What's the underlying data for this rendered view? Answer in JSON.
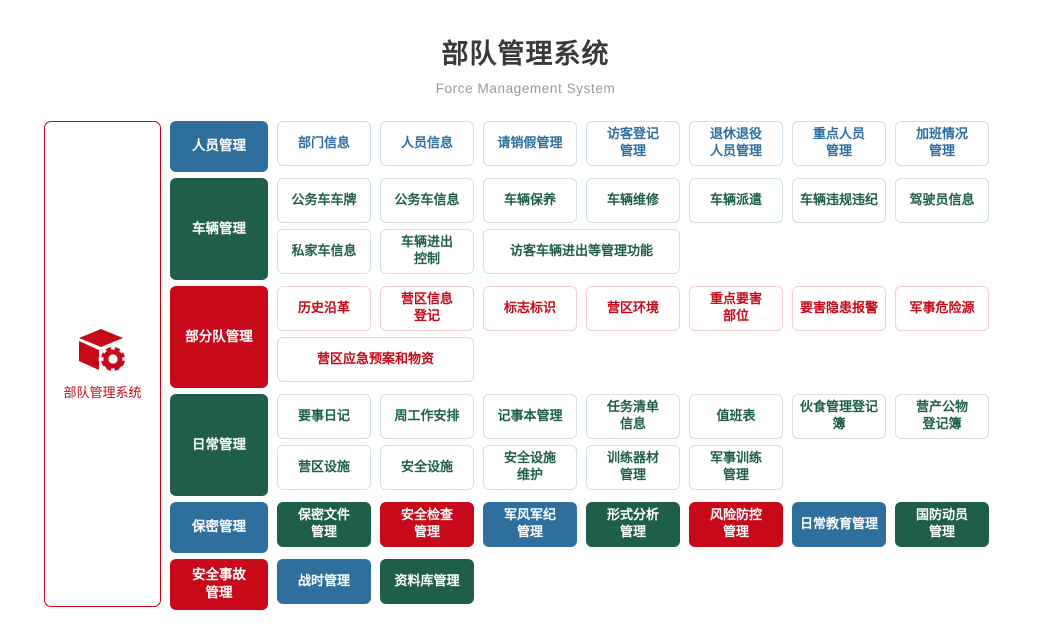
{
  "header": {
    "title": "部队管理系统",
    "subtitle": "Force Management System"
  },
  "sidebar": {
    "icon": "cube-gear-icon",
    "label": "部队管理系统",
    "accent": "#c7091a"
  },
  "colors": {
    "blue": "#2e6f9e",
    "green": "#1f5e4a",
    "red": "#c7091a"
  },
  "groups": [
    {
      "category": "人员管理",
      "color": "blue",
      "items": [
        {
          "label": "部门信息",
          "style": "out-blue",
          "span": 1
        },
        {
          "label": "人员信息",
          "style": "out-blue",
          "span": 1
        },
        {
          "label": "请销假管理",
          "style": "out-blue",
          "span": 1
        },
        {
          "label": "访客登记\n管理",
          "style": "out-blue",
          "span": 1
        },
        {
          "label": "退休退役\n人员管理",
          "style": "out-blue",
          "span": 1
        },
        {
          "label": "重点人员\n管理",
          "style": "out-blue",
          "span": 1
        },
        {
          "label": "加班情况\n管理",
          "style": "out-blue",
          "span": 1
        }
      ]
    },
    {
      "category": "车辆管理",
      "color": "green",
      "items": [
        {
          "label": "公务车车牌",
          "style": "out-green",
          "span": 1
        },
        {
          "label": "公务车信息",
          "style": "out-green",
          "span": 1
        },
        {
          "label": "车辆保养",
          "style": "out-green",
          "span": 1
        },
        {
          "label": "车辆维修",
          "style": "out-green",
          "span": 1
        },
        {
          "label": "车辆派遣",
          "style": "out-green",
          "span": 1
        },
        {
          "label": "车辆违规违纪",
          "style": "out-green",
          "span": 1
        },
        {
          "label": "驾驶员信息",
          "style": "out-green",
          "span": 1
        },
        {
          "label": "私家车信息",
          "style": "out-green",
          "span": 1
        },
        {
          "label": "车辆进出\n控制",
          "style": "out-green",
          "span": 1
        },
        {
          "label": "访客车辆进出等管理功能",
          "style": "out-green",
          "span": 2
        }
      ]
    },
    {
      "category": "部分队管理",
      "color": "red",
      "items": [
        {
          "label": "历史沿革",
          "style": "out-red",
          "span": 1
        },
        {
          "label": "营区信息\n登记",
          "style": "out-red",
          "span": 1
        },
        {
          "label": "标志标识",
          "style": "out-red",
          "span": 1
        },
        {
          "label": "营区环境",
          "style": "out-red",
          "span": 1
        },
        {
          "label": "重点要害\n部位",
          "style": "out-red",
          "span": 1
        },
        {
          "label": "要害隐患报警",
          "style": "out-red",
          "span": 1
        },
        {
          "label": "军事危险源",
          "style": "out-red",
          "span": 1
        },
        {
          "label": "营区应急预案和物资",
          "style": "out-red",
          "span": 2
        }
      ]
    },
    {
      "category": "日常管理",
      "color": "green",
      "items": [
        {
          "label": "要事日记",
          "style": "out-green",
          "span": 1
        },
        {
          "label": "周工作安排",
          "style": "out-green",
          "span": 1
        },
        {
          "label": "记事本管理",
          "style": "out-green",
          "span": 1
        },
        {
          "label": "任务清单\n信息",
          "style": "out-green",
          "span": 1
        },
        {
          "label": "值班表",
          "style": "out-green",
          "span": 1
        },
        {
          "label": "伙食管理登记簿",
          "style": "out-green",
          "span": 1
        },
        {
          "label": "营产公物\n登记簿",
          "style": "out-green",
          "span": 1
        },
        {
          "label": "营区设施",
          "style": "out-green",
          "span": 1
        },
        {
          "label": "安全设施",
          "style": "out-green",
          "span": 1
        },
        {
          "label": "安全设施\n维护",
          "style": "out-green",
          "span": 1
        },
        {
          "label": "训练器材\n管理",
          "style": "out-green",
          "span": 1
        },
        {
          "label": "军事训练\n管理",
          "style": "out-green",
          "span": 1
        }
      ]
    },
    {
      "category": "保密管理",
      "color": "blue",
      "items": [
        {
          "label": "保密文件\n管理",
          "style": "fill-green",
          "span": 1
        },
        {
          "label": "安全检查\n管理",
          "style": "fill-red",
          "span": 1
        },
        {
          "label": "军风军纪\n管理",
          "style": "fill-blue",
          "span": 1
        },
        {
          "label": "形式分析\n管理",
          "style": "fill-green",
          "span": 1
        },
        {
          "label": "风险防控\n管理",
          "style": "fill-red",
          "span": 1
        },
        {
          "label": "日常教育管理",
          "style": "fill-blue",
          "span": 1
        },
        {
          "label": "国防动员\n管理",
          "style": "fill-green",
          "span": 1
        }
      ]
    },
    {
      "category": "安全事故\n管理",
      "color": "red",
      "is_category_cell": true,
      "items": [
        {
          "label": "战时管理",
          "style": "fill-blue",
          "span": 1
        },
        {
          "label": "资料库管理",
          "style": "fill-green",
          "span": 1
        }
      ]
    }
  ]
}
